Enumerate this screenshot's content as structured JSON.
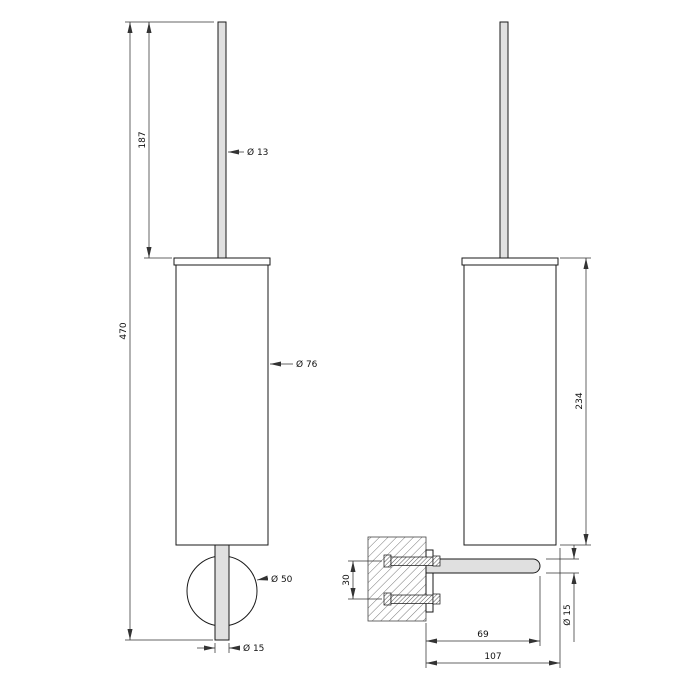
{
  "front_view": {
    "handle_length": "187",
    "overall_height": "470",
    "handle_diameter": "Ø 13",
    "body_diameter": "Ø 76",
    "rosette_diameter": "Ø 50",
    "tip_diameter": "Ø 15"
  },
  "side_view": {
    "body_height": "234",
    "screw_spacing": "30",
    "arm_projection": "69",
    "overall_projection": "107",
    "arm_diameter": "Ø 15"
  },
  "colors": {
    "line": "#1a1a1a",
    "dimension_line": "#333333",
    "metal_fill": "#e0e0e0",
    "background": "#ffffff"
  }
}
